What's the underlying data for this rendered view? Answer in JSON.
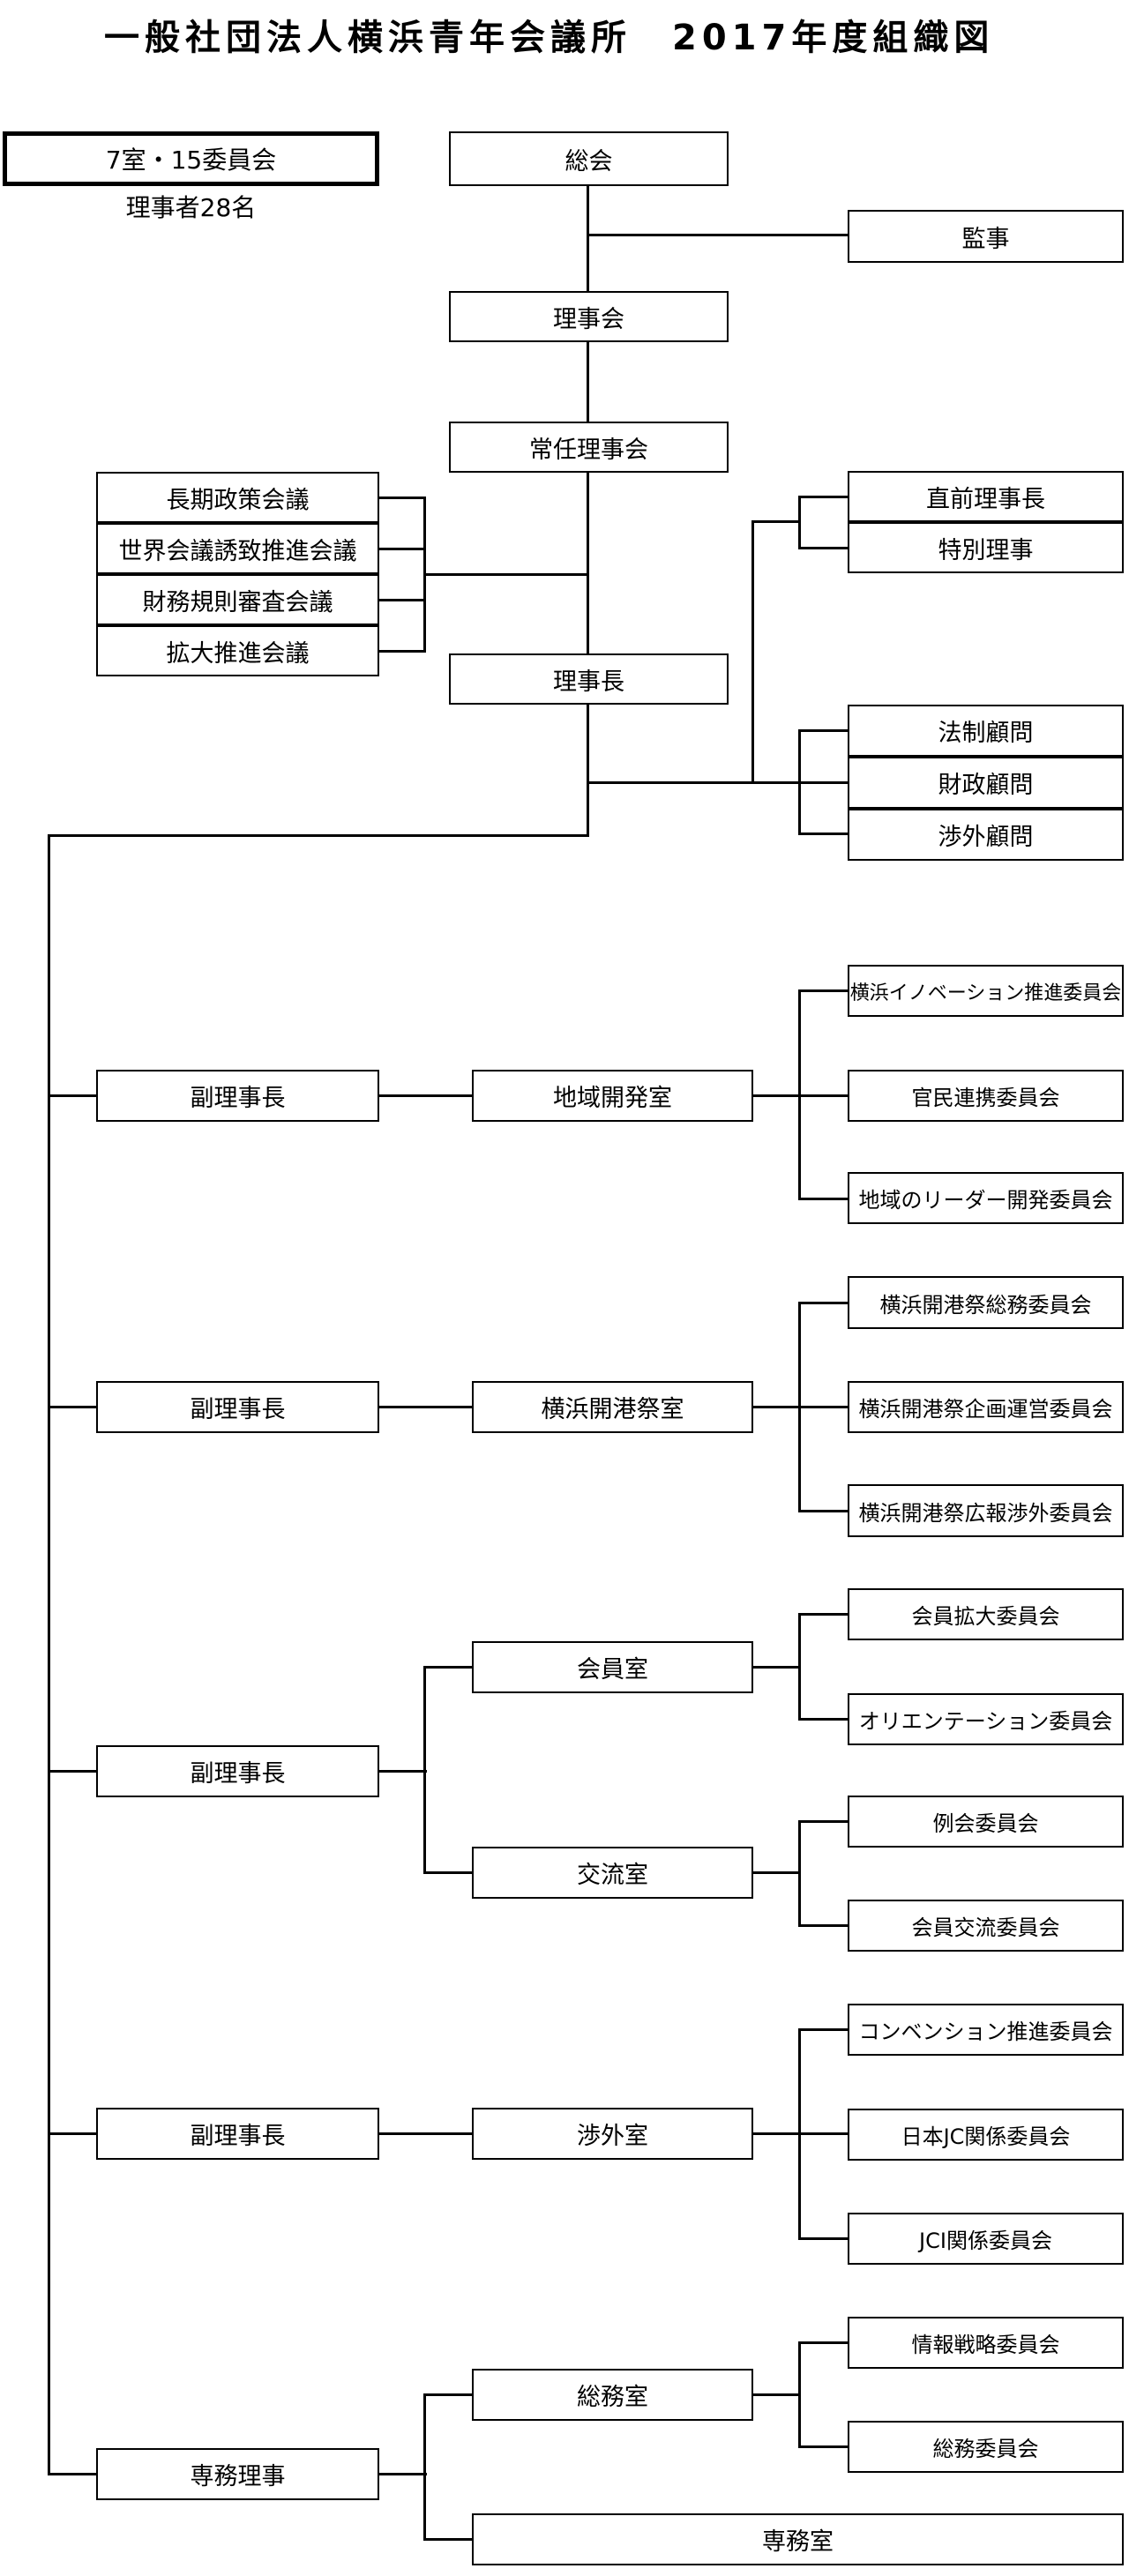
{
  "labels": {
    "title": "一般社団法人横浜青年会議所　2017年度組織図",
    "units_badge": "7室・15委員会",
    "officers_note": "理事者28名",
    "soukai": "総会",
    "kanji": "監事",
    "rijikai": "理事会",
    "jonin_rijikai": "常任理事会",
    "rijicho": "理事長",
    "choki_seisaku": "長期政策会議",
    "sekai_kaigi": "世界会議誘致推進会議",
    "zaimu_kisoku": "財務規則審査会議",
    "kakudai_suishin": "拡大推進会議",
    "chokuzen_rijicho": "直前理事長",
    "tokubetsu_riji": "特別理事",
    "hosei_komon": "法制顧問",
    "zaisei_komon": "財政顧問",
    "shogai_komon": "渉外顧問",
    "fuku_rijicho": "副理事長",
    "senmu_riji": "専務理事",
    "chiiki_kaihatsu_shitsu": "地域開発室",
    "kaikosai_shitsu": "横浜開港祭室",
    "kaiin_shitsu": "会員室",
    "koryu_shitsu": "交流室",
    "shogai_shitsu": "渉外室",
    "somu_shitsu": "総務室",
    "senmu_shitsu": "専務室",
    "yokohama_innovation": "横浜イノベーション推進委員会",
    "kanmin_renkei": "官民連携委員会",
    "chiiki_leader": "地域のリーダー開発委員会",
    "kaikosai_somu": "横浜開港祭総務委員会",
    "kaikosai_kikaku": "横浜開港祭企画運営委員会",
    "kaikosai_koho": "横浜開港祭広報渉外委員会",
    "kaiin_kakudai": "会員拡大委員会",
    "orientation": "オリエンテーション委員会",
    "reikai": "例会委員会",
    "kaiin_koryu": "会員交流委員会",
    "convention": "コンベンション推進委員会",
    "nihon_jc": "日本JC関係委員会",
    "jci": "JCI関係委員会",
    "joho_senryaku": "情報戦略委員会",
    "somu_iinkai": "総務委員会"
  },
  "hierarchy": {
    "top_chain": [
      "総会",
      "理事会",
      "常任理事会",
      "理事長"
    ],
    "soukai_attached": [
      "監事"
    ],
    "jonin_attached_left": [
      "長期政策会議",
      "世界会議誘致推進会議",
      "財務規則審査会議",
      "拡大推進会議"
    ],
    "rijicho_attached_right": [
      "直前理事長",
      "特別理事",
      "法制顧問",
      "財政顧問",
      "渉外顧問"
    ],
    "branches": [
      {
        "head": "副理事長",
        "rooms": [
          {
            "room": "地域開発室",
            "committees": [
              "横浜イノベーション推進委員会",
              "官民連携委員会",
              "地域のリーダー開発委員会"
            ]
          }
        ]
      },
      {
        "head": "副理事長",
        "rooms": [
          {
            "room": "横浜開港祭室",
            "committees": [
              "横浜開港祭総務委員会",
              "横浜開港祭企画運営委員会",
              "横浜開港祭広報渉外委員会"
            ]
          }
        ]
      },
      {
        "head": "副理事長",
        "rooms": [
          {
            "room": "会員室",
            "committees": [
              "会員拡大委員会",
              "オリエンテーション委員会"
            ]
          },
          {
            "room": "交流室",
            "committees": [
              "例会委員会",
              "会員交流委員会"
            ]
          }
        ]
      },
      {
        "head": "副理事長",
        "rooms": [
          {
            "room": "渉外室",
            "committees": [
              "コンベンション推進委員会",
              "日本JC関係委員会",
              "JCI関係委員会"
            ]
          }
        ]
      },
      {
        "head": "専務理事",
        "rooms": [
          {
            "room": "総務室",
            "committees": [
              "情報戦略委員会",
              "総務委員会"
            ]
          },
          {
            "room": "専務室",
            "committees": []
          }
        ]
      }
    ]
  }
}
